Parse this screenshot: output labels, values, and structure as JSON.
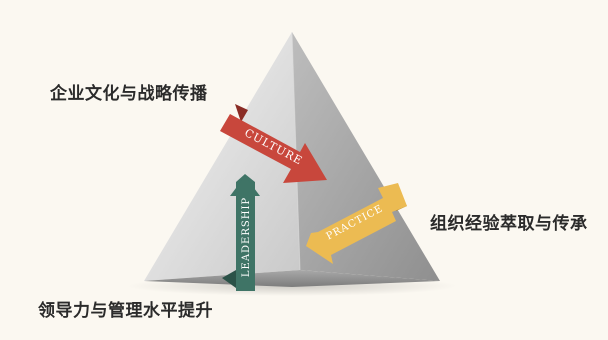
{
  "captions": {
    "culture": "企业文化与战略传播",
    "practice": "组织经验萃取与传承",
    "leadership": "领导力与管理水平提升"
  },
  "arrows": {
    "culture": {
      "label": "CULTURE",
      "color": "#c8473c"
    },
    "practice": {
      "label": "PRACTICE",
      "color": "#ecbb52"
    },
    "leadership": {
      "label": "LEADERSHIP",
      "color": "#3f7466"
    }
  },
  "colors": {
    "background": "#fbf8f1",
    "pyramid_light": "#f4f4f4",
    "pyramid_dark": "#9c9c9c"
  }
}
